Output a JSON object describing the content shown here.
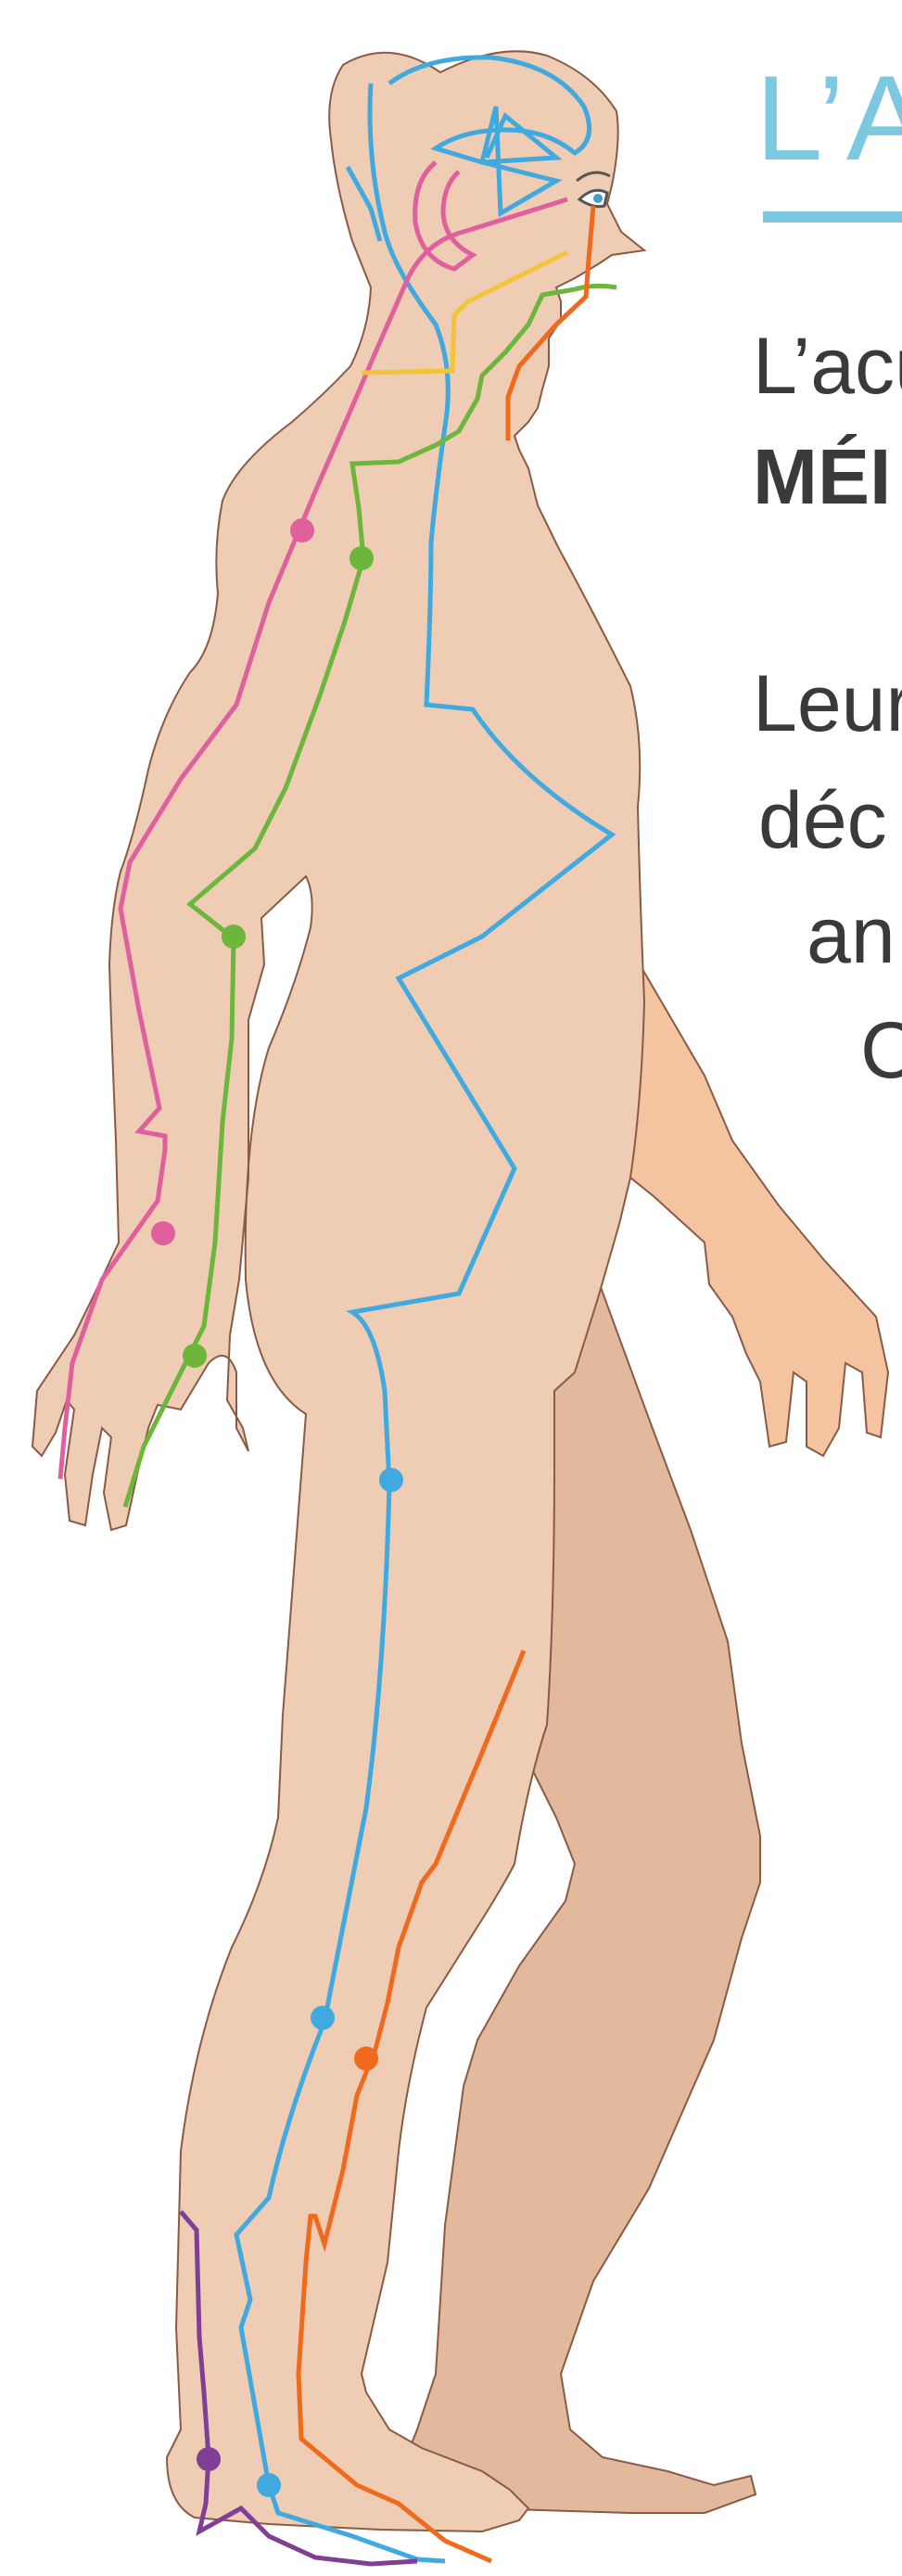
{
  "heading": {
    "title": "L’A"
  },
  "text": {
    "line1": "L’acu",
    "line2": "MÉI",
    "line3": "Leur",
    "line4": "déc",
    "line5": "an",
    "line6": "C"
  },
  "colors": {
    "skin_front": "#eecdb4",
    "skin_far_arm": "#f4c3a0",
    "skin_far_leg": "#e2b99c",
    "outline": "#8a5a45",
    "meridian_blue": "#40a9df",
    "meridian_pink": "#e0609e",
    "meridian_green": "#6cb63b",
    "meridian_yellow": "#f3c33a",
    "meridian_orange": "#f06a1e",
    "meridian_purple": "#803f94",
    "title_accent": "#7cc8e0"
  }
}
